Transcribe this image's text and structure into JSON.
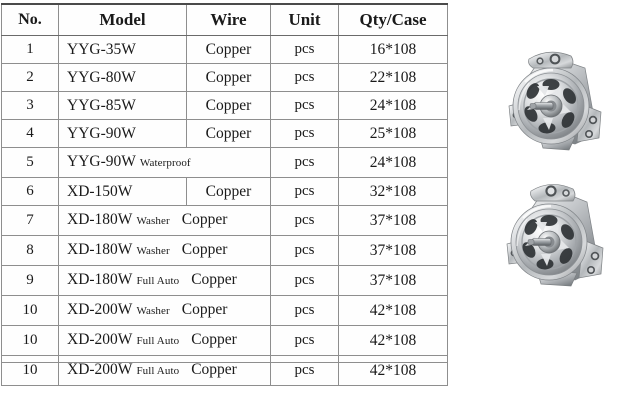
{
  "table": {
    "columns": [
      "No.",
      "Model",
      "Wire",
      "Unit",
      "Qty/Case"
    ],
    "header": {
      "no": "No.",
      "model": "Model",
      "wire": "Wire",
      "unit": "Unit",
      "qty": "Qty/Case"
    },
    "rows": [
      {
        "no": "1",
        "model": "YYG-35W",
        "suffix": "",
        "wire": "Copper",
        "unit": "pcs",
        "qty": "16*108",
        "split": true
      },
      {
        "no": "2",
        "model": "YYG-80W",
        "suffix": "",
        "wire": "Copper",
        "unit": "pcs",
        "qty": "22*108",
        "split": true
      },
      {
        "no": "3",
        "model": "YYG-85W",
        "suffix": "",
        "wire": "Copper",
        "unit": "pcs",
        "qty": "24*108",
        "split": true
      },
      {
        "no": "4",
        "model": "YYG-90W",
        "suffix": "",
        "wire": "Copper",
        "unit": "pcs",
        "qty": "25*108",
        "split": true
      },
      {
        "no": "5",
        "model": "YYG-90W",
        "suffix": "Waterproof",
        "wire": "",
        "unit": "pcs",
        "qty": "24*108",
        "split": false
      },
      {
        "no": "6",
        "model": "XD-150W",
        "suffix": "",
        "wire": "Copper",
        "unit": "pcs",
        "qty": "32*108",
        "split": true
      },
      {
        "no": "7",
        "model": "XD-180W",
        "suffix": "Washer",
        "wire": "Copper",
        "unit": "pcs",
        "qty": "37*108",
        "split": false
      },
      {
        "no": "8",
        "model": "XD-180W",
        "suffix": "Washer",
        "wire": "Copper",
        "unit": "pcs",
        "qty": "37*108",
        "split": false
      },
      {
        "no": "9",
        "model": "XD-180W",
        "suffix": "Full Auto",
        "wire": "Copper",
        "unit": "pcs",
        "qty": "37*108",
        "split": false
      },
      {
        "no": "10",
        "model": "XD-200W",
        "suffix": "Washer",
        "wire": "Copper",
        "unit": "pcs",
        "qty": "42*108",
        "split": false
      },
      {
        "no": "10",
        "model": "XD-200W",
        "suffix": "Full Auto",
        "wire": "Copper",
        "unit": "pcs",
        "qty": "42*108",
        "split": false
      },
      {
        "no": "10",
        "model": "XD-200W",
        "suffix": "Full Auto",
        "wire": "Copper",
        "unit": "pcs",
        "qty": "42*108",
        "split": false
      }
    ]
  },
  "images": [
    {
      "name": "motor-photo-top",
      "alt": "washing machine motor front view"
    },
    {
      "name": "motor-photo-bottom",
      "alt": "washing machine motor front view"
    }
  ],
  "colors": {
    "page_background": "#ffffff",
    "table_border": "#8e8e8e",
    "table_border_strong": "#4a4a4a",
    "text": "#1a1a1a",
    "motor_metal_light": "#f2f2f2",
    "motor_metal_mid": "#b9bcbe",
    "motor_metal_dark": "#6d7174",
    "motor_shadow": "#3a3d40"
  }
}
